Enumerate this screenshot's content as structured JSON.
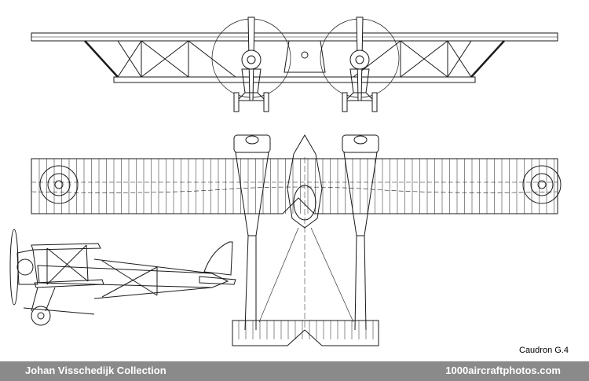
{
  "caption": "Caudron G.4",
  "footer": {
    "credit": "Johan Visschedijk Collection",
    "site": "1000aircraftphotos.com"
  },
  "colors": {
    "line": "#1a1a1a",
    "footer_bg": "#8a8a8a",
    "footer_text": "#ffffff"
  }
}
